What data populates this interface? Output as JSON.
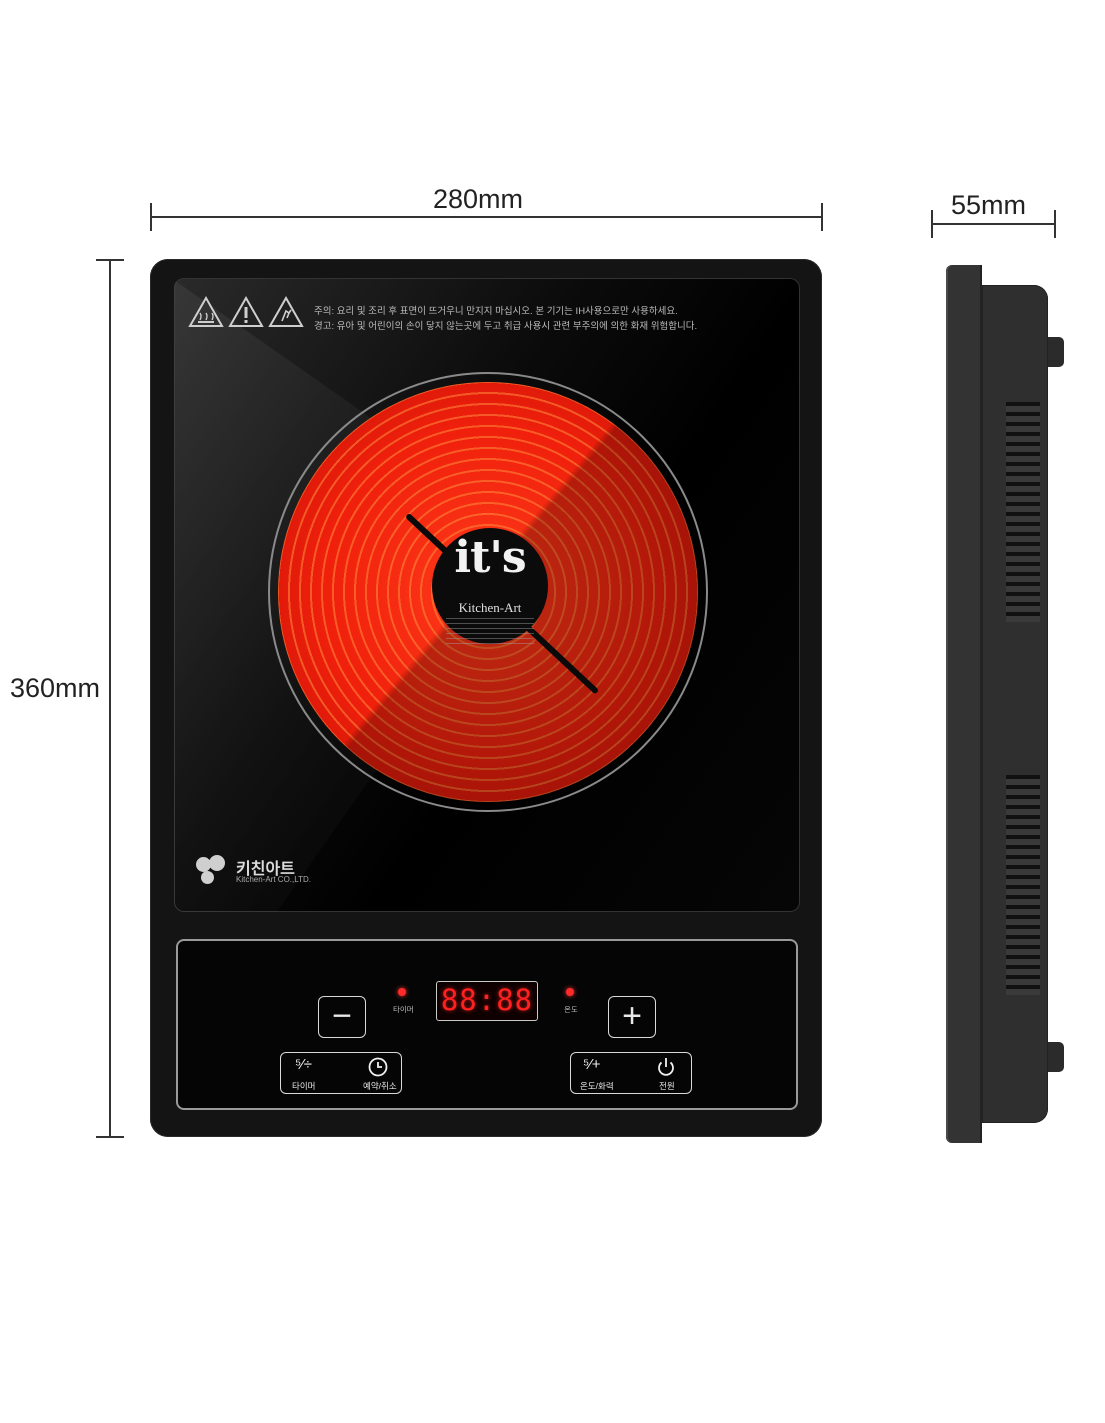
{
  "dimensions": {
    "width_label": "280mm",
    "depth_label": "55mm",
    "height_label": "360mm"
  },
  "glass": {
    "warning_line_1": "주의: 요리 및 조리 후 표면이 뜨거우니 만지지 마십시오. 본 기기는 IH사용으로만 사용하세요.",
    "warning_line_2": "경고: 유아 및 어린이의 손이 닿지 않는곳에 두고 취급 사용시 관련 부주의에 의한 화재 위험합니다."
  },
  "center_logo": {
    "mark": "it's",
    "name": "Kitchen-Art"
  },
  "brand": {
    "name_ko": "키친아트",
    "name_en": "Kitchen-Art CO.,LTD."
  },
  "panel": {
    "minus_label": "−",
    "plus_label": "+",
    "display": "88:88",
    "timer_led_label": "타이머",
    "temp_led_label": "온도",
    "left_key": {
      "symbol": "⁵⁄÷",
      "left_label": "타이머",
      "right_label": "예약/취소"
    },
    "right_key": {
      "symbol": "⁵⁄+",
      "left_label": "온도/화력",
      "right_label": "전원"
    }
  },
  "colors": {
    "burner_red": "#f0200c",
    "display_red": "#ff2020",
    "body": "#141414"
  }
}
